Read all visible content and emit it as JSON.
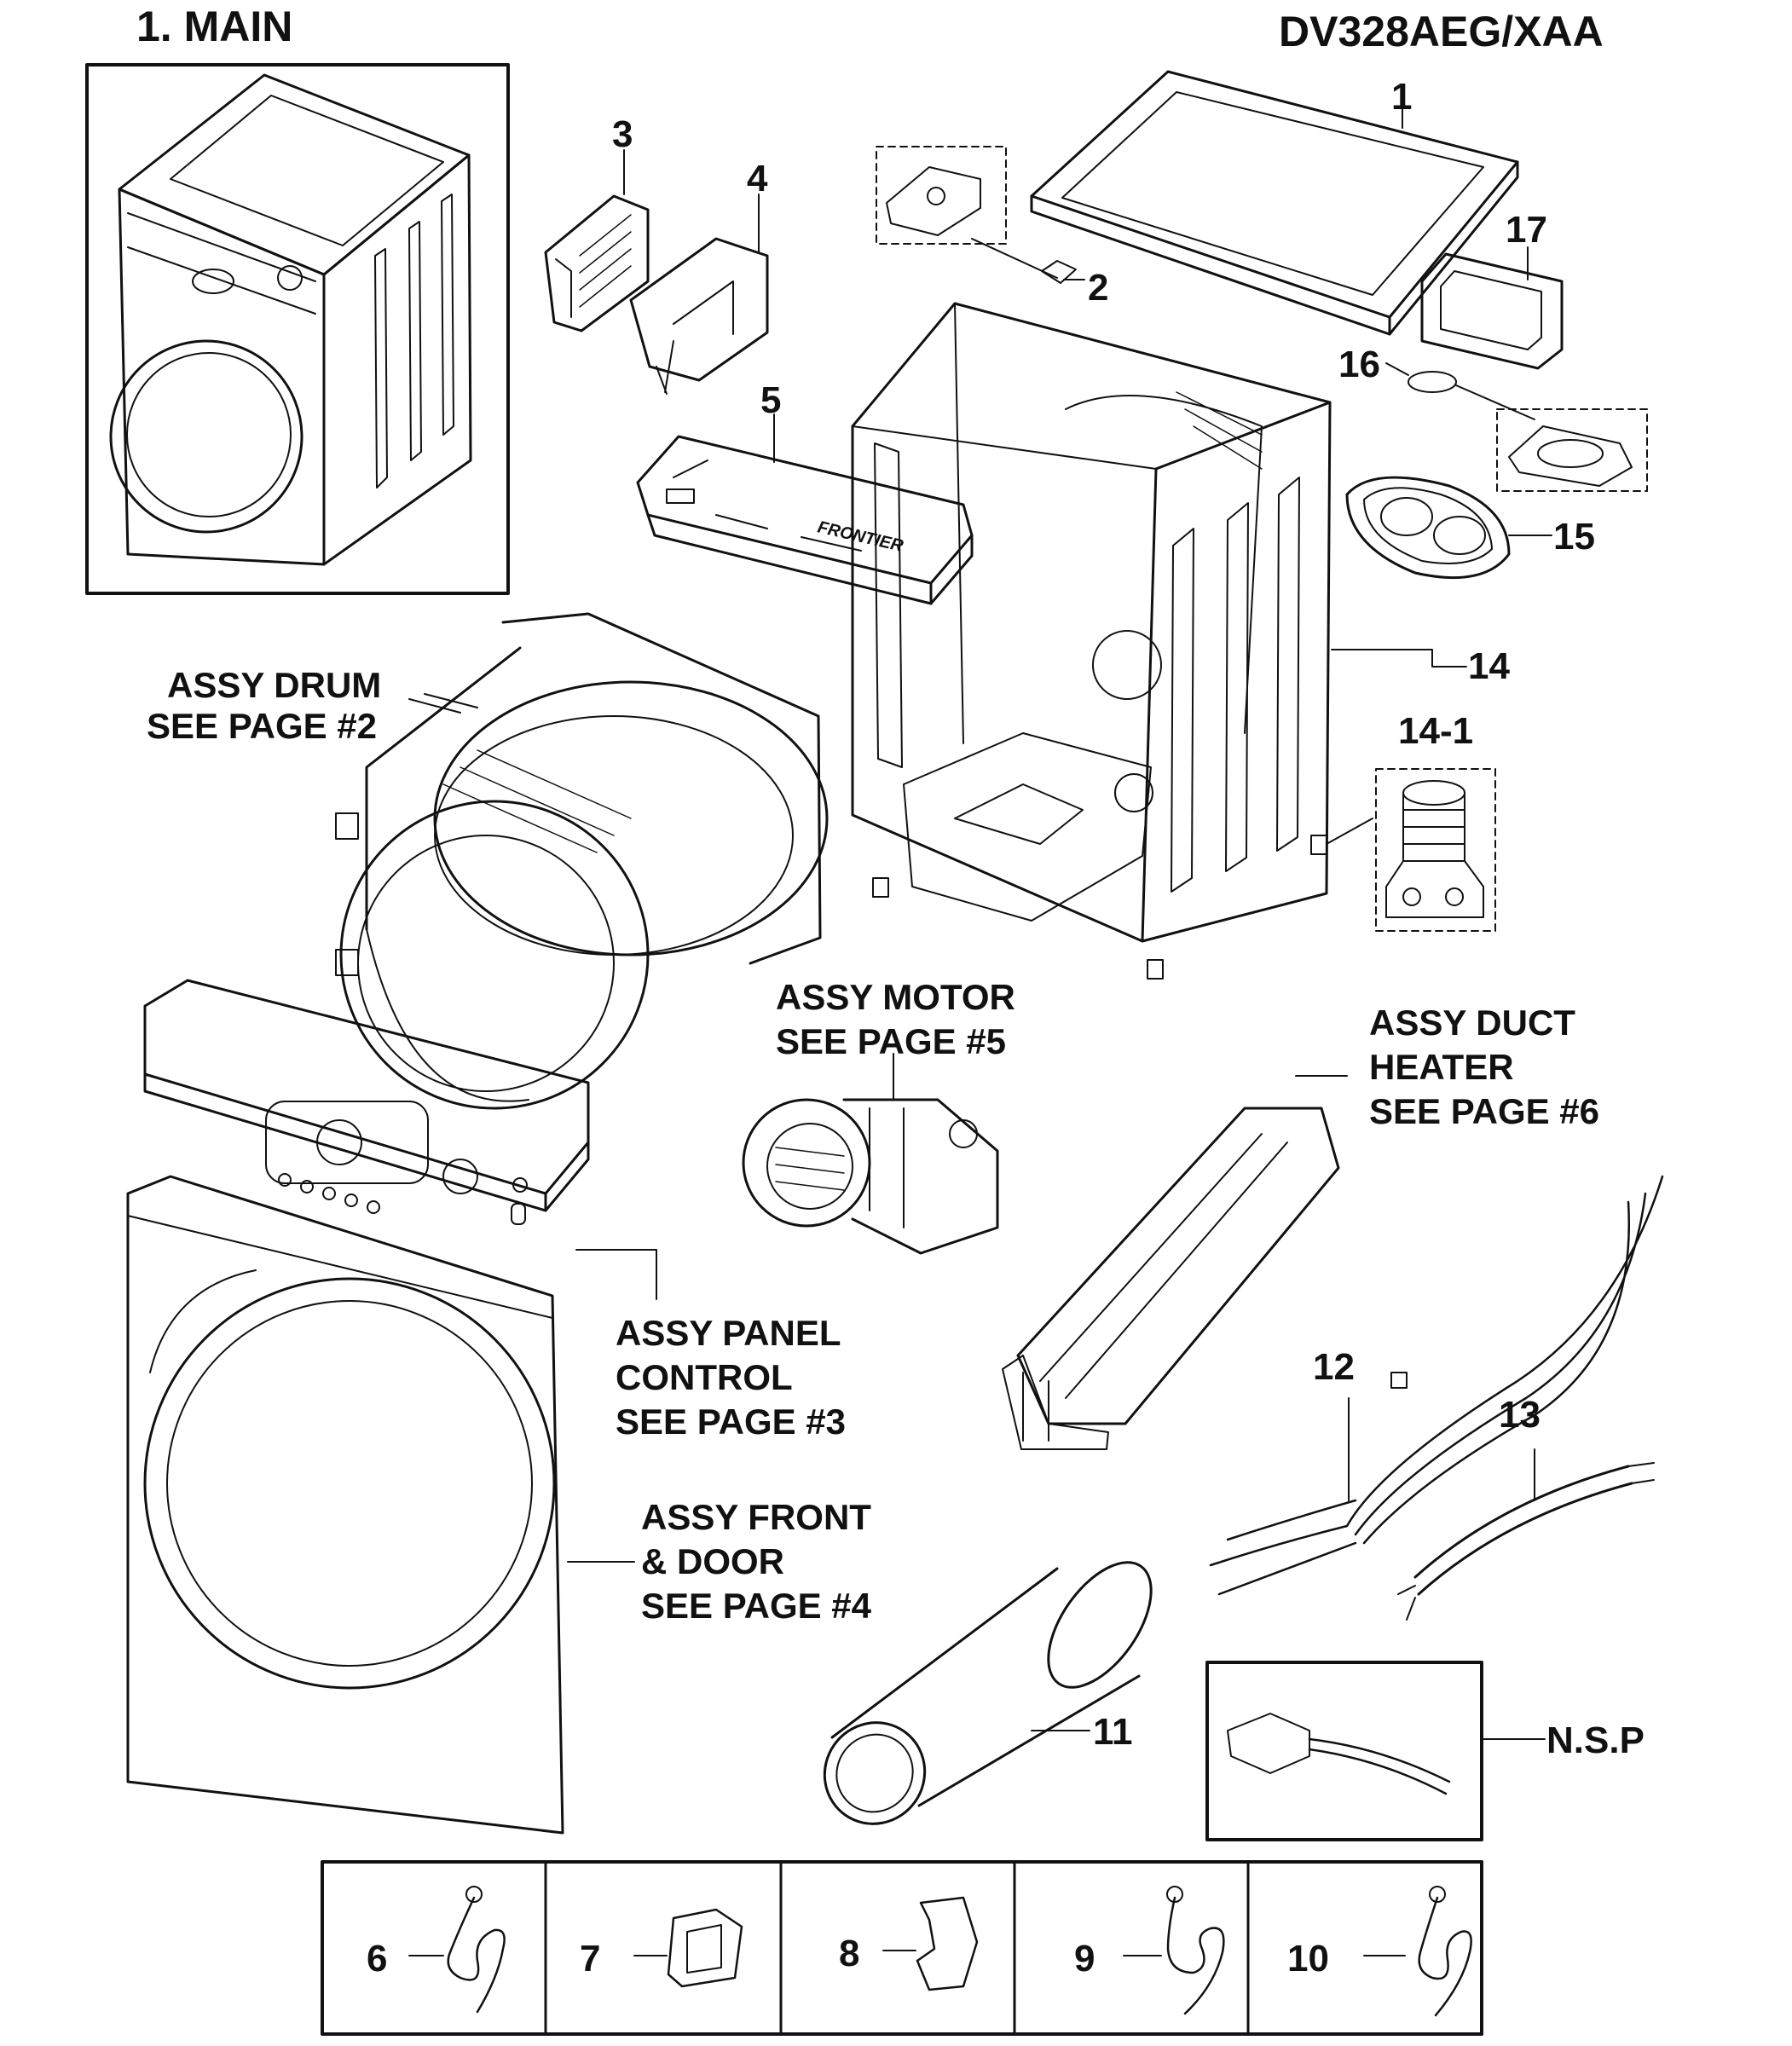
{
  "header": {
    "section_title": "1. MAIN",
    "model_number": "DV328AEG/XAA"
  },
  "parts": {
    "p1": "1",
    "p2": "2",
    "p3": "3",
    "p4": "4",
    "p5": "5",
    "p6": "6",
    "p7": "7",
    "p8": "8",
    "p9": "9",
    "p10": "10",
    "p11": "11",
    "p12": "12",
    "p13": "13",
    "p14": "14",
    "p14_1": "14-1",
    "p15": "15",
    "p16": "16",
    "p17": "17",
    "nsp": "N.S.P"
  },
  "assemblies": {
    "drum": [
      "ASSY DRUM",
      "SEE PAGE #2"
    ],
    "motor": [
      "ASSY MOTOR",
      "SEE PAGE #5"
    ],
    "duct_heater": [
      "ASSY DUCT",
      "HEATER",
      "SEE PAGE #6"
    ],
    "panel_control": [
      "ASSY PANEL",
      "CONTROL",
      "SEE PAGE #3"
    ],
    "front_door": [
      "ASSY FRONT",
      "& DOOR",
      "SEE PAGE #4"
    ]
  },
  "part_markings": {
    "frontier_label": "FRONTIER"
  }
}
